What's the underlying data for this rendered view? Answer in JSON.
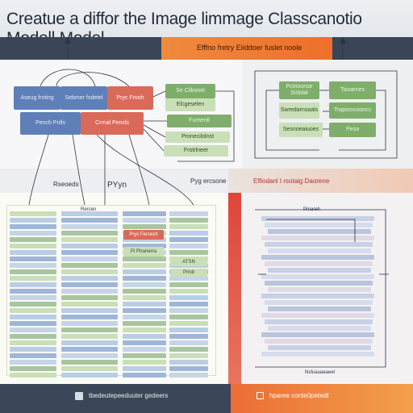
{
  "title": "Creatue a diffor the Image limmage Classcanotio Modell Model",
  "banner_text": "Efffno fretry Eiiddoer fuslet noole",
  "left_boxes": [
    {
      "label": "Aseug froting",
      "color": "blue"
    },
    {
      "label": "Sebmer fsdetel",
      "color": "blue"
    },
    {
      "label": "Pryc Frooh",
      "color": "red"
    },
    {
      "label": "Pench Pnlls",
      "color": "blue"
    },
    {
      "label": "Crrnal Pencls",
      "color": "red"
    },
    {
      "label": "Se Cilkonel",
      "color": "green"
    },
    {
      "label": "Furrtenll",
      "color": "green"
    },
    {
      "label": "Pronecilolnst",
      "color": "lightgreen"
    },
    {
      "label": "Frotrlneer",
      "color": "lightgreen"
    },
    {
      "label": "Elcgeselen",
      "color": "lightgreen"
    }
  ],
  "right_boxes": [
    {
      "label": "Pctrioonse Srtlolal",
      "color": "green"
    },
    {
      "label": "Tsioarnes",
      "color": "green"
    },
    {
      "label": "Swredarnsaals",
      "color": "lightgreen"
    },
    {
      "label": "Trapsrocooncs",
      "color": "green"
    },
    {
      "label": "Sesnoeaiuoes",
      "color": "lightgreen"
    },
    {
      "label": "Pesa",
      "color": "green"
    }
  ],
  "mid_labels": {
    "left_a": "Rseoeds",
    "left_b": "PYyn",
    "left_c": "Pyg ercsone",
    "right": "Elfiodanl I rsotaig Daorene"
  },
  "lower_left_labels": {
    "top": "Rercen",
    "center_1": "Pryc Fersech",
    "center_2": "Pi Ptranerra",
    "right_1": "ATSN",
    "right_2": "Prlnb"
  },
  "lower_right_labels": {
    "top": "Pmareh",
    "bottom": "Nsfuauaeaeel"
  },
  "footer": {
    "left": "tbedeutepeeduuter gedeers",
    "right": "hparee conte0petedt"
  },
  "colors": {
    "header_dark": "#3a4657",
    "accent_orange": "#ee6f2b",
    "box_blue": "#5f7fb8",
    "box_red": "#d96a5a",
    "box_green": "#7fae6b",
    "accent_red": "#e0443b"
  }
}
